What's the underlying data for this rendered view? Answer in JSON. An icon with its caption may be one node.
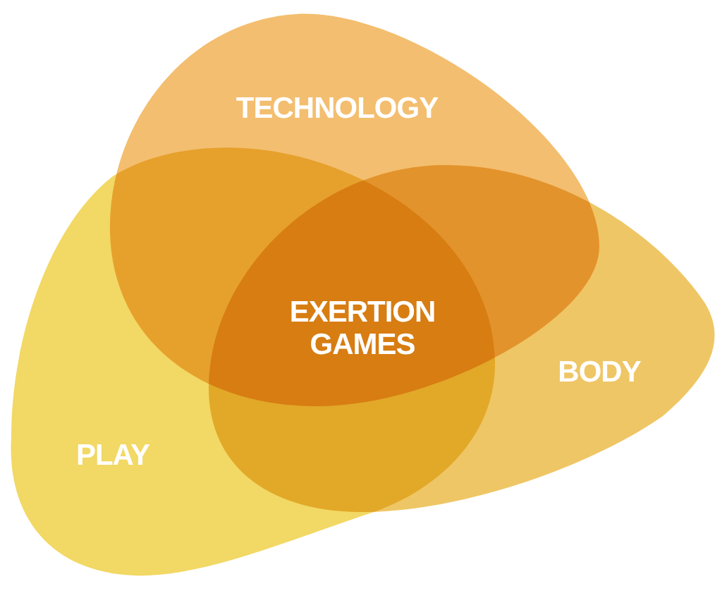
{
  "diagram": {
    "nodes": [
      {
        "text": [
          "TECHNOLOGY"
        ]
      },
      {
        "text": [
          "BODY"
        ]
      },
      {
        "text": [
          "PLAY"
        ]
      }
    ],
    "labels": [
      "EXERTION GAMES"
    ]
  }
}
